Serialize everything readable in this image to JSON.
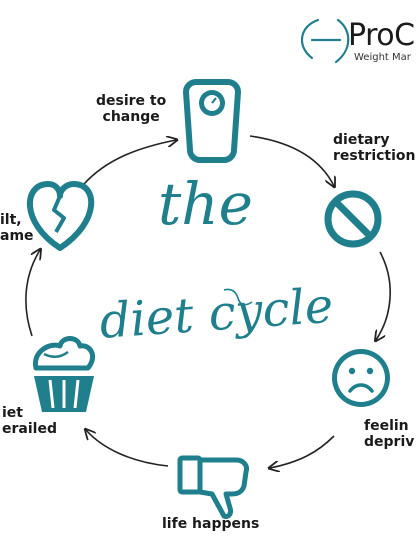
{
  "brand": {
    "name": "ProC",
    "tagline": "Weight Mar"
  },
  "title": {
    "line1": "the",
    "line2": "diet cycle"
  },
  "stages": [
    {
      "label": [
        "desire to",
        "change"
      ],
      "icon": "weighing-scale-icon"
    },
    {
      "label": [
        "dietary",
        "restriction"
      ],
      "icon": "prohibited-icon"
    },
    {
      "label": [
        "feelin",
        "depriv"
      ],
      "icon": "sad-face-icon"
    },
    {
      "label": [
        "life happens"
      ],
      "icon": "thumbs-down-icon"
    },
    {
      "label": [
        "iet",
        "erailed"
      ],
      "icon": "cupcake-icon"
    },
    {
      "label": [
        "ilt,",
        "ame"
      ],
      "icon": "broken-heart-icon"
    }
  ],
  "colors": {
    "accent": "#1f7f8c",
    "text": "#1a1a1a",
    "arrow": "#222222"
  }
}
